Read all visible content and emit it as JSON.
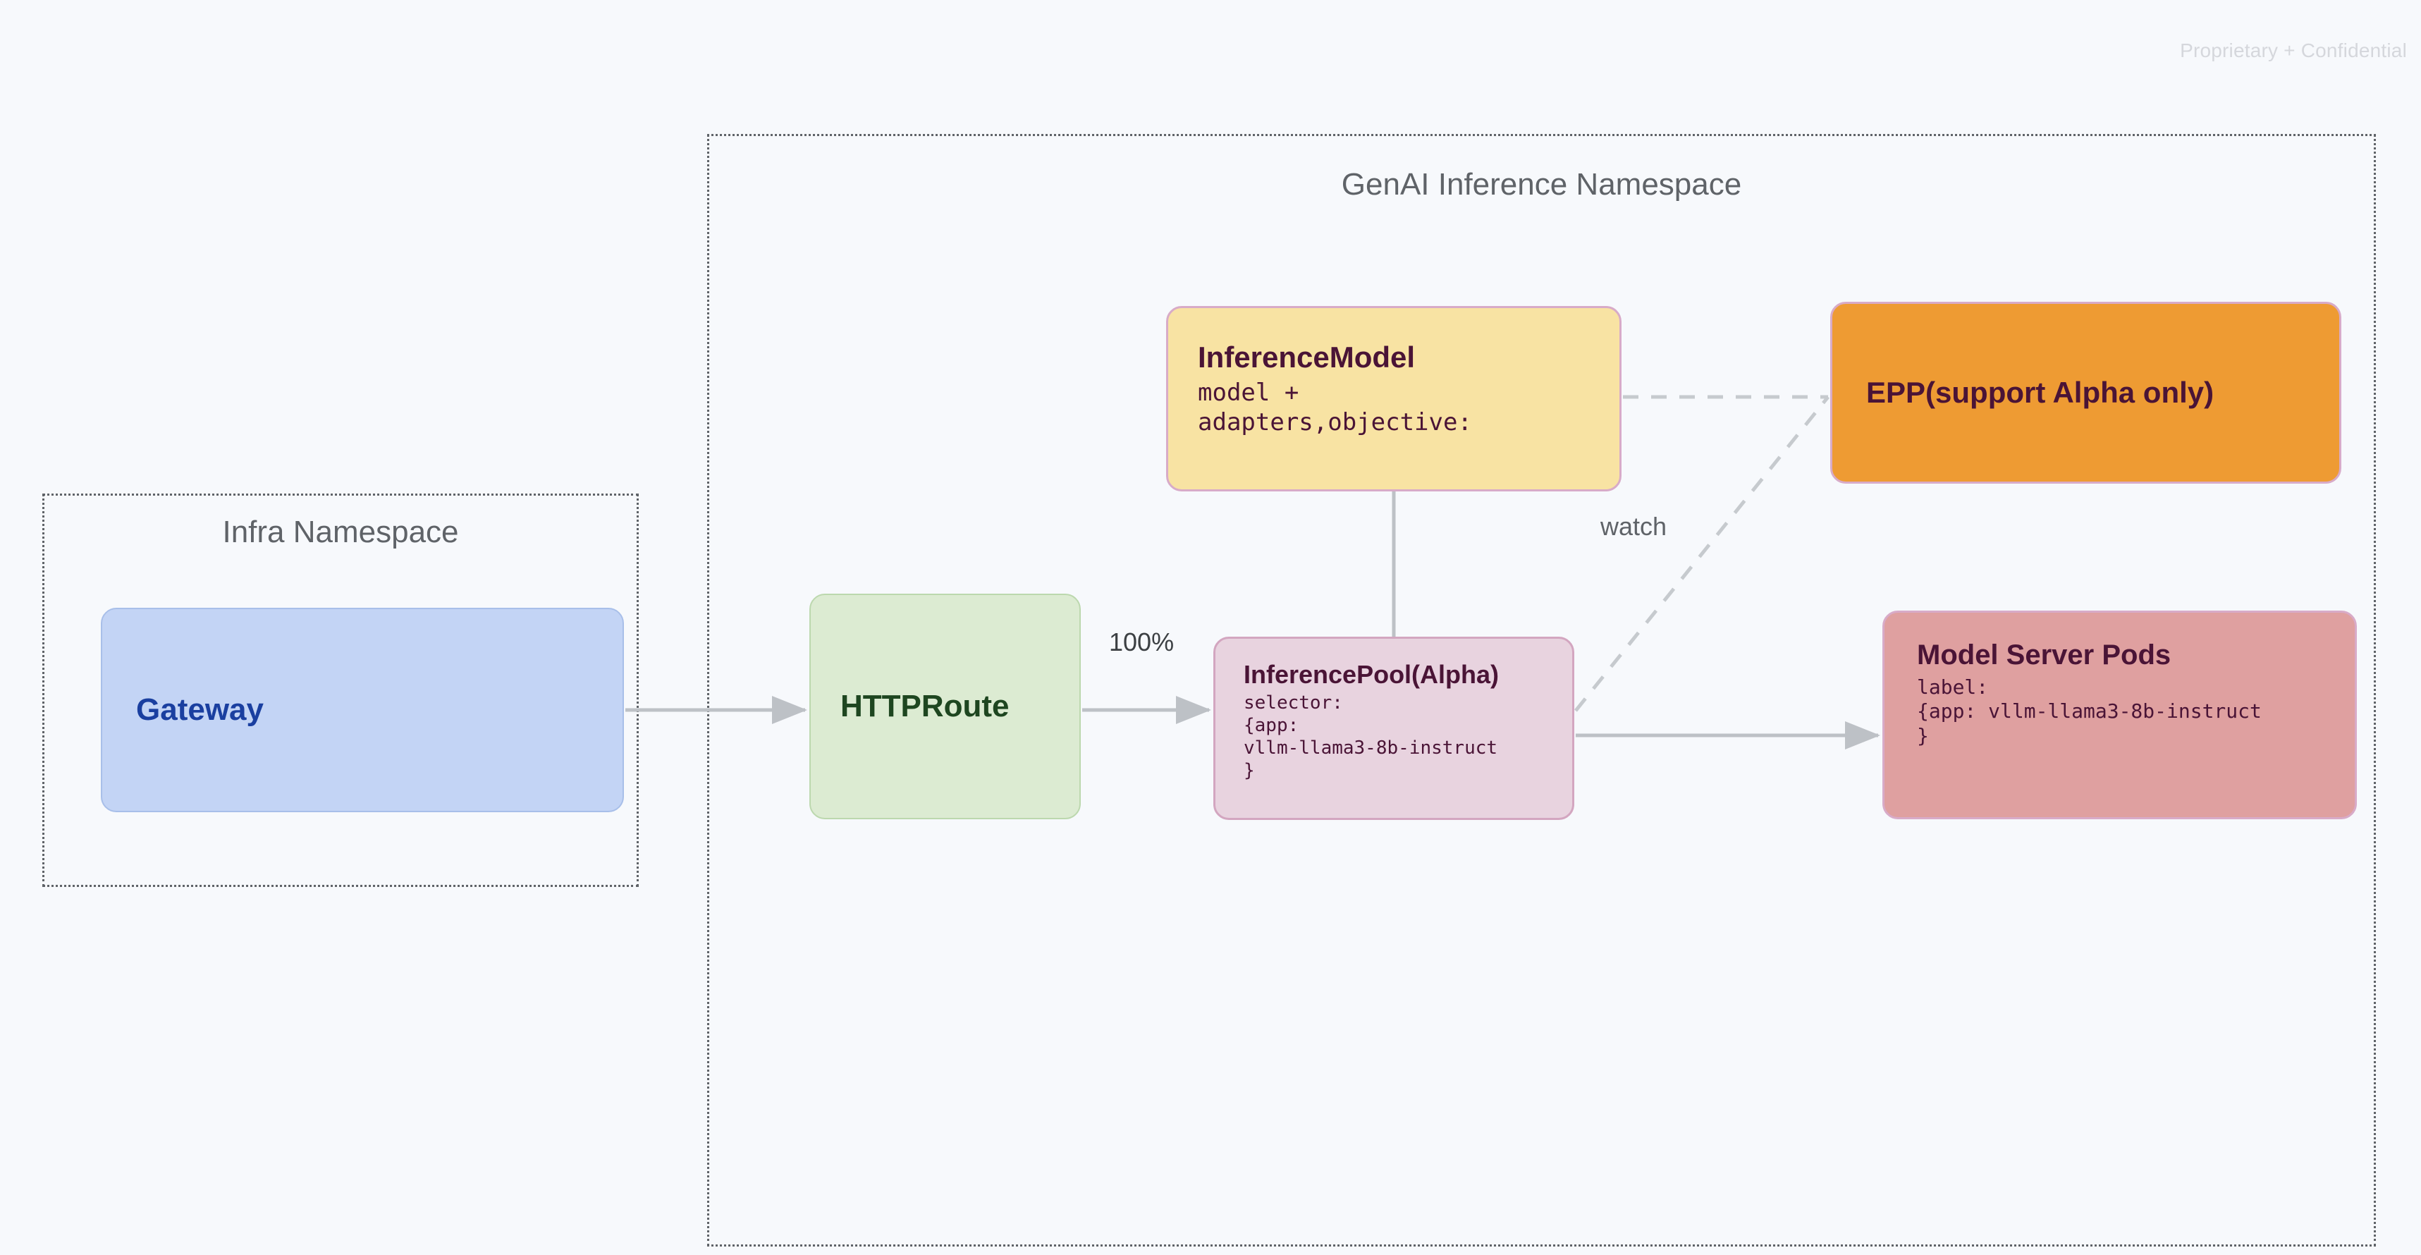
{
  "page": {
    "watermark": "Proprietary + Confidential",
    "background_color": "#F7F9FC"
  },
  "namespaces": [
    {
      "id": "infra",
      "title": "Infra Namespace",
      "border_style": "dotted",
      "border_color": "#5F6368"
    },
    {
      "id": "genai",
      "title": "GenAI Inference Namespace",
      "border_style": "dotted",
      "border_color": "#5F6368"
    }
  ],
  "nodes": {
    "gateway": {
      "title": "Gateway",
      "fill": "#C3D4F5",
      "text_color": "#1A3FA0"
    },
    "httproute": {
      "title": "HTTPRoute",
      "fill": "#DCEBD2",
      "text_color": "#1E4620"
    },
    "inferencemodel": {
      "title": "InferenceModel",
      "sub": "model +\nadapters,objective:",
      "fill": "#F8E3A3",
      "border": "#D8ABC8",
      "text_color": "#4A1436"
    },
    "inferencepool": {
      "title": "InferencePool(Alpha)",
      "sub": "selector:\n{app:\nvllm-llama3-8b-instruct\n}",
      "fill": "#E8D3DF",
      "border": "#D3A6C0",
      "text_color": "#4A1436"
    },
    "epp": {
      "title": "EPP(support Alpha only)",
      "fill": "#EE9B33",
      "border": "#D8ABC8",
      "text_color": "#4A1436"
    },
    "modelserverpods": {
      "title": "Model Server Pods",
      "sub": "label:\n{app: vllm-llama3-8b-instruct\n}",
      "fill": "#DFA0A0",
      "border": "#D8ABC8",
      "text_color": "#4A1436"
    }
  },
  "edges": [
    {
      "id": "gateway-to-httproute",
      "from": "gateway",
      "to": "httproute",
      "style": "solid",
      "arrow": true,
      "label": ""
    },
    {
      "id": "httproute-to-inferencepool",
      "from": "httproute",
      "to": "inferencepool",
      "style": "solid",
      "arrow": true,
      "label": "100%"
    },
    {
      "id": "inferencemodel-to-inferencepool",
      "from": "inferencemodel",
      "to": "inferencepool",
      "style": "solid",
      "arrow": false,
      "label": ""
    },
    {
      "id": "inferencemodel-to-epp",
      "from": "inferencemodel",
      "to": "epp",
      "style": "dashed",
      "arrow": false,
      "label": ""
    },
    {
      "id": "inferencepool-to-epp",
      "from": "inferencepool",
      "to": "epp",
      "style": "dashed",
      "arrow": false,
      "label": "watch"
    },
    {
      "id": "inferencepool-to-modelserverpods",
      "from": "inferencepool",
      "to": "modelserverpods",
      "style": "solid",
      "arrow": true,
      "label": ""
    }
  ],
  "edge_labels": {
    "percent": "100%",
    "watch": "watch"
  }
}
